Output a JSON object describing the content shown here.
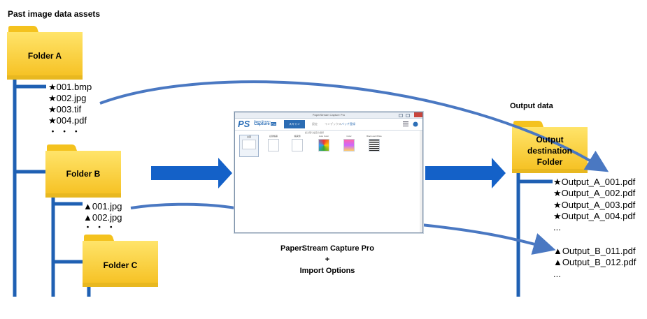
{
  "heading": "Past image data assets",
  "folders": {
    "a": "Folder A",
    "b": "Folder B",
    "c": "Folder C"
  },
  "files_a": [
    "★001.bmp",
    "★002.jpg",
    "★003.tif",
    "★004.pdf",
    "・ ・ ・"
  ],
  "files_b": [
    "▲001.jpg",
    "▲002.jpg",
    "・ ・ ・"
  ],
  "center": {
    "caption_line1": "PaperStream Capture Pro",
    "caption_line2": "+",
    "caption_line3": "Import Options",
    "window_title": "PaperStream Capture Pro",
    "logo_small": "PaperStream",
    "logo_big": "Capture",
    "logo_badge": "Pro",
    "logo_ps": "PS",
    "tabs": [
      "スキャン",
      "設定",
      "インデックス",
      "バッチ登録"
    ],
    "body_label": "読み取り設定の選択",
    "profiles": [
      "白黒",
      "記録帳票",
      "帳票類",
      "Auto Color",
      "Color",
      "Black and White"
    ]
  },
  "output": {
    "heading": "Output data",
    "folder_lines": [
      "Output",
      "destination",
      "Folder"
    ],
    "files": [
      "★Output_A_001.pdf",
      "★Output_A_002.pdf",
      "★Output_A_003.pdf",
      "★Output_A_004.pdf",
      "...",
      "▲Output_B_011.pdf",
      "▲Output_B_012.pdf",
      "..."
    ]
  },
  "colors": {
    "folder_fill": "#fcd13a",
    "folder_shade": "#e8b820",
    "tree_line": "#1f60b3",
    "arrow": "#1461c8",
    "curve": "#4a78c2"
  }
}
